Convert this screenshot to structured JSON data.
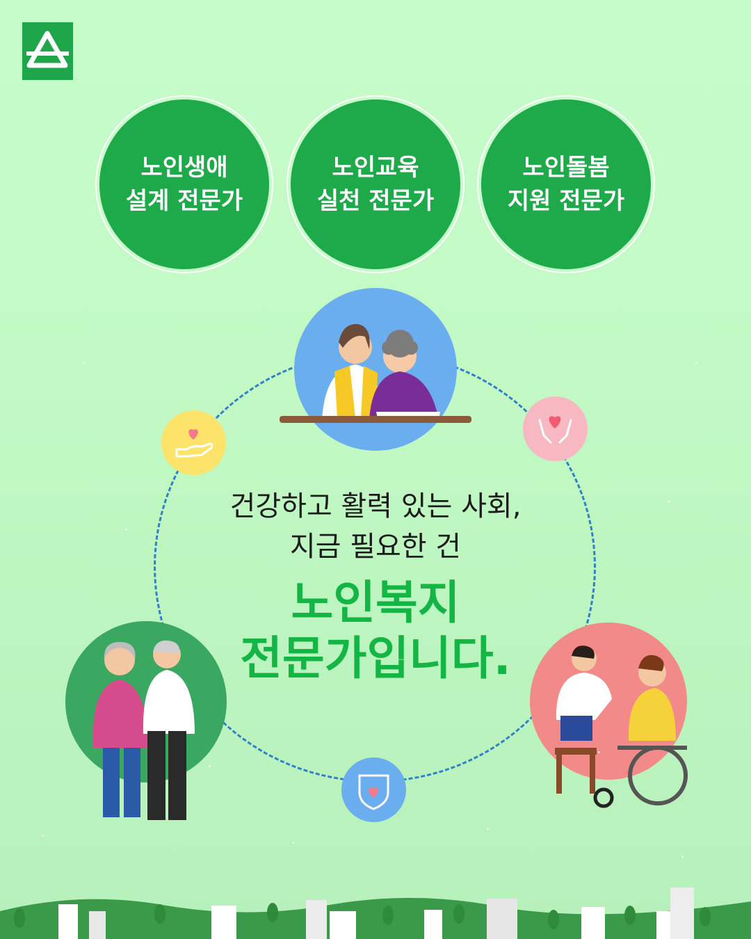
{
  "logo": {
    "icon": "triangle-logo-icon",
    "color": "#20a64a"
  },
  "badges": [
    {
      "line1": "노인생애",
      "line2": "설계 전문가"
    },
    {
      "line1": "노인교육",
      "line2": "실천 전문가"
    },
    {
      "line1": "노인돌봄",
      "line2": "지원 전문가"
    }
  ],
  "message": {
    "line1": "건강하고 활력 있는 사회,",
    "line2": "지금 필요한 건"
  },
  "headline": {
    "line1": "노인복지",
    "line2": "전문가입니다."
  },
  "icons": {
    "top_left": "heart-in-hand-icon",
    "top_right": "heart-in-hands-icon",
    "bottom": "shield-heart-icon"
  },
  "colors": {
    "accent_green": "#1ea94a",
    "headline_green": "#13b545",
    "ring_blue": "#2f7fc9",
    "yellow_bubble": "#fce46b",
    "pink_bubble": "#f7b8c2",
    "blue_bubble": "#6aaef0",
    "coral_bubble": "#f28a8a"
  }
}
